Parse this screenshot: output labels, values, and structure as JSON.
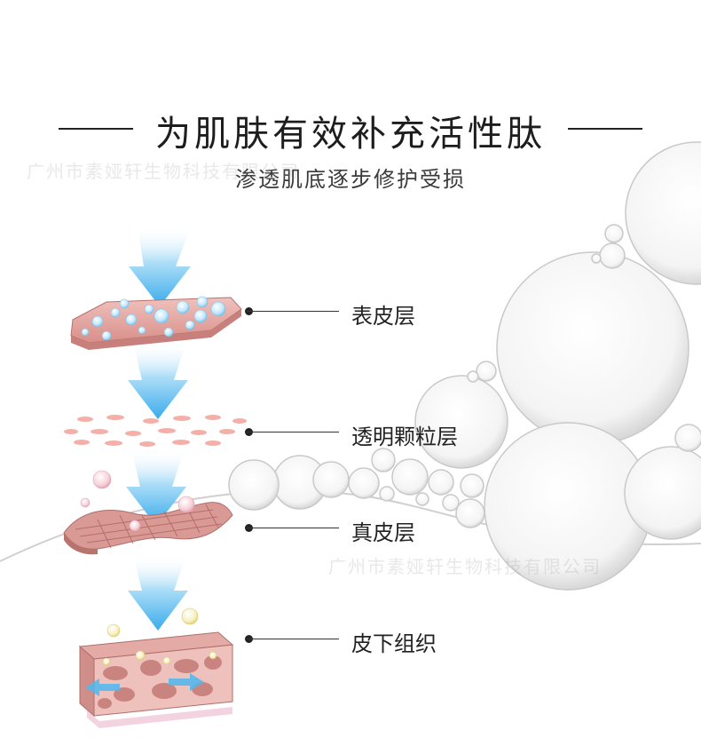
{
  "header": {
    "title": "为肌肤有效补充活性肽",
    "subtitle": "渗透肌底逐步修护受损"
  },
  "watermark": {
    "text": "广州市素娅轩生物科技有限公司"
  },
  "layers": [
    {
      "label": "表皮层"
    },
    {
      "label": "透明颗粒层"
    },
    {
      "label": "真皮层"
    },
    {
      "label": "皮下组织"
    }
  ],
  "colors": {
    "arrow": "#4fb8ef",
    "skin": "#e8a8a4",
    "line": "#222222"
  }
}
